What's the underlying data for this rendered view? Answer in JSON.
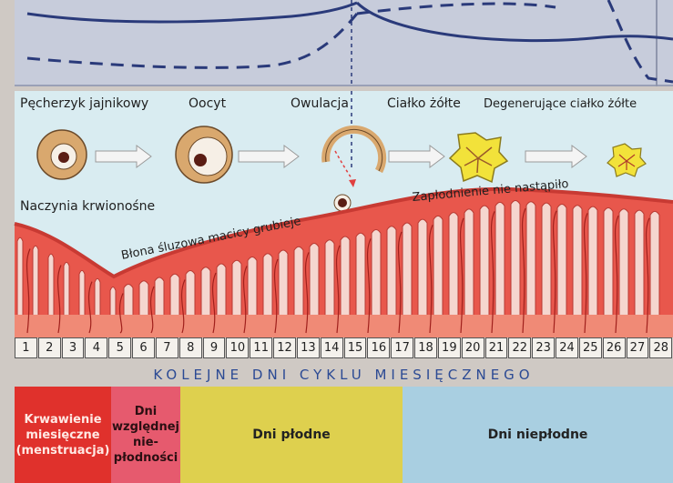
{
  "labels": {
    "follicle": "Pęcherzyk jajnikowy",
    "oocyte": "Oocyt",
    "ovulation": "Owulacja",
    "corpus_luteum": "Ciałko żółte",
    "degenerating": "Degenerujące ciałko żółte",
    "vessels": "Naczynia krwionośne",
    "mucosa": "Błona śluzowa macicy grubieje",
    "no_fertilization": "Zapłodnienie nie nastąpiło"
  },
  "days": [
    "1",
    "2",
    "3",
    "4",
    "5",
    "6",
    "7",
    "8",
    "9",
    "10",
    "11",
    "12",
    "13",
    "14",
    "15",
    "16",
    "17",
    "18",
    "19",
    "20",
    "21",
    "22",
    "23",
    "24",
    "25",
    "26",
    "27",
    "28"
  ],
  "axis_title": "KOLEJNE DNI CYKLU MIESIĘCZNEGO",
  "phases": [
    {
      "lines": [
        "Krwawienie",
        "miesięczne",
        "(menstruacja)"
      ]
    },
    {
      "lines": [
        "Dni",
        "względnej",
        "nie-",
        "płodności"
      ]
    },
    {
      "lines": [
        "Dni płodne"
      ]
    },
    {
      "lines": [
        "Dni niepłodne"
      ]
    }
  ],
  "colors": {
    "chart_bg": "#c7ccdb",
    "diagram_bg": "#d9ecf1",
    "tissue": "#e8574c",
    "tissue_dark": "#c83a33",
    "follicle": "#d9a86e",
    "corpus_luteum": "#f2e23a",
    "axis_text": "#2b4a94"
  }
}
